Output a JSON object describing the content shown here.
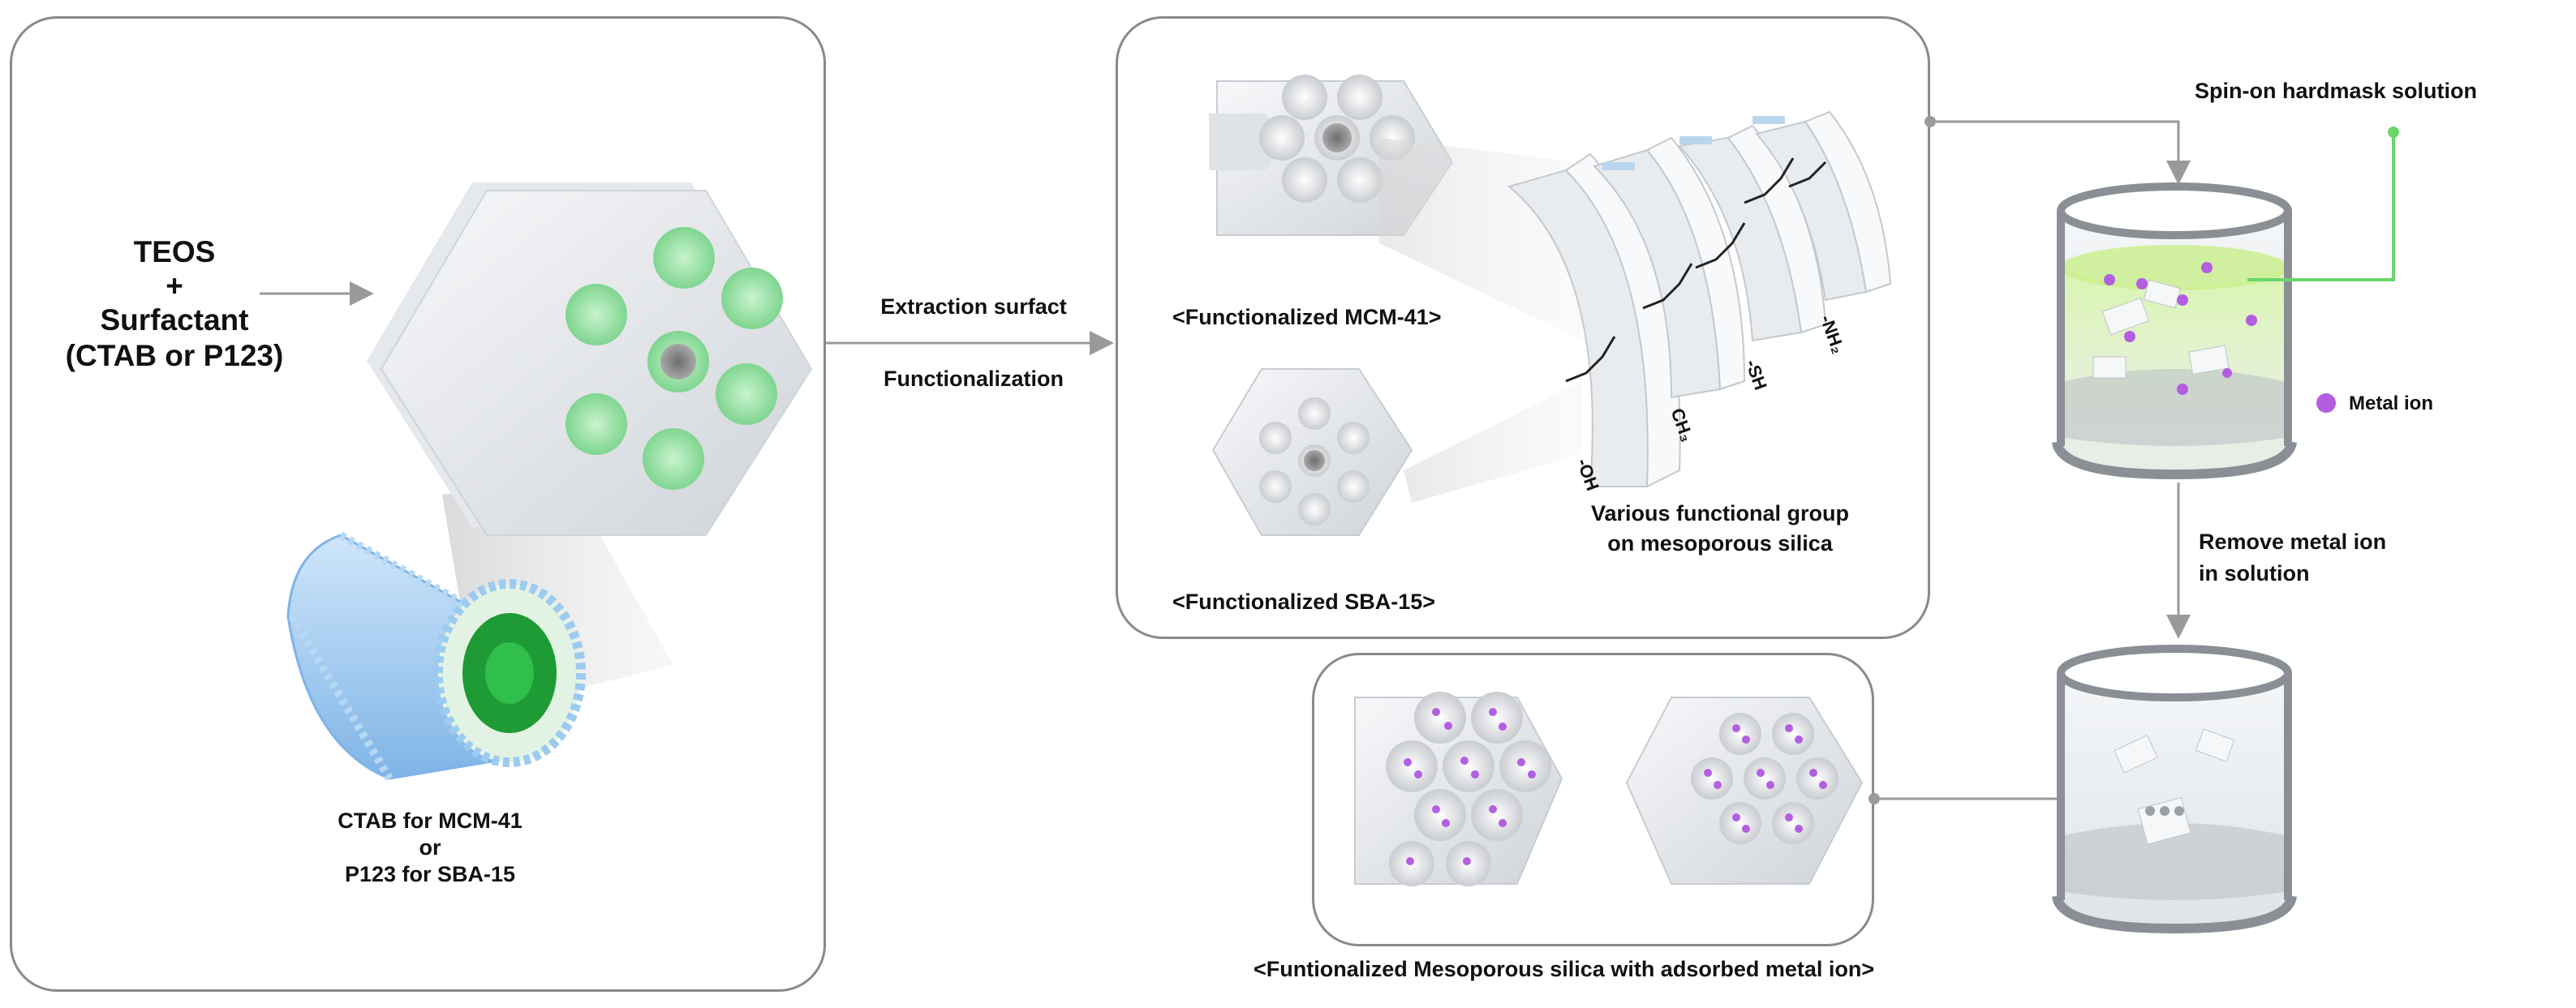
{
  "synthesis": {
    "reactants": [
      "TEOS",
      "+",
      "Surfactant",
      "(CTAB or P123)"
    ],
    "surfactant_note": [
      "CTAB  for MCM-41",
      "or",
      "P123 for SBA-15"
    ]
  },
  "process": {
    "step1": [
      "Extraction surfact",
      "Functionalization"
    ],
    "step2": [
      "Remove metal ion",
      "in solution"
    ]
  },
  "materials": {
    "mcm41": "<Functionalized MCM-41>",
    "sba15": "<Functionalized SBA-15>",
    "functional_groups_caption": [
      "Various functional group",
      "on mesoporous silica"
    ],
    "group_labels": [
      "-OH",
      "CH₃",
      "-SH",
      "-NH₂"
    ],
    "adsorbed_caption": "<Funtionalized Mesoporous silica with adsorbed metal ion>"
  },
  "beaker": {
    "hardmask_label": "Spin-on hardmask solution",
    "legend_label": "Metal ion"
  },
  "colors": {
    "panel_border": "#8a8a8a",
    "arrow": "#9a9a9a",
    "pore_green": "#9be0a8",
    "surfactant_blue": "#9ccbf0",
    "surfactant_core": "#1e9b34",
    "metal_ion": "#b35ee0",
    "hardmask_line": "#6ad66a",
    "silica": "#eceff2"
  }
}
